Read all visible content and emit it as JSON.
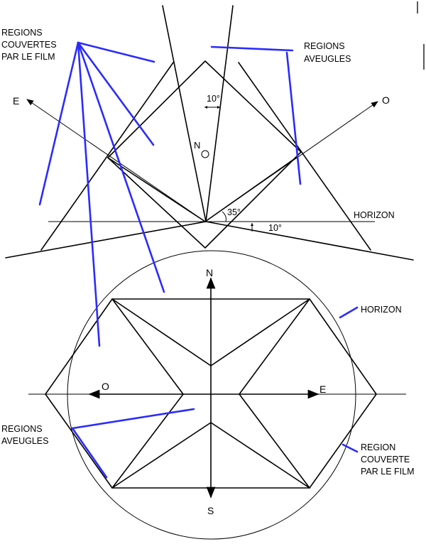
{
  "labels": {
    "regions_couvertes": [
      "REGIONS",
      "COUVERTES",
      "PAR LE FILM"
    ],
    "regions_aveugles_top": [
      "REGIONS",
      "AVEUGLES"
    ],
    "regions_aveugles_bottom": [
      "REGIONS",
      "AVEUGLES"
    ],
    "horizon_top": "HORIZON",
    "horizon_bottom": "HORIZON",
    "region_couverte": [
      "REGION",
      "COUVERTE",
      "PAR LE FILM"
    ],
    "angle_10_top": "10°",
    "angle_35": "35°",
    "angle_10_right": "10°",
    "dir_e_top": "E",
    "dir_o_top": "O",
    "dir_n_top": "N",
    "dir_n_bottom": "N",
    "dir_s_bottom": "S",
    "dir_o_bottom": "O",
    "dir_e_bottom": "E"
  },
  "colors": {
    "line": "#000000",
    "callout": "#2b2bff"
  }
}
